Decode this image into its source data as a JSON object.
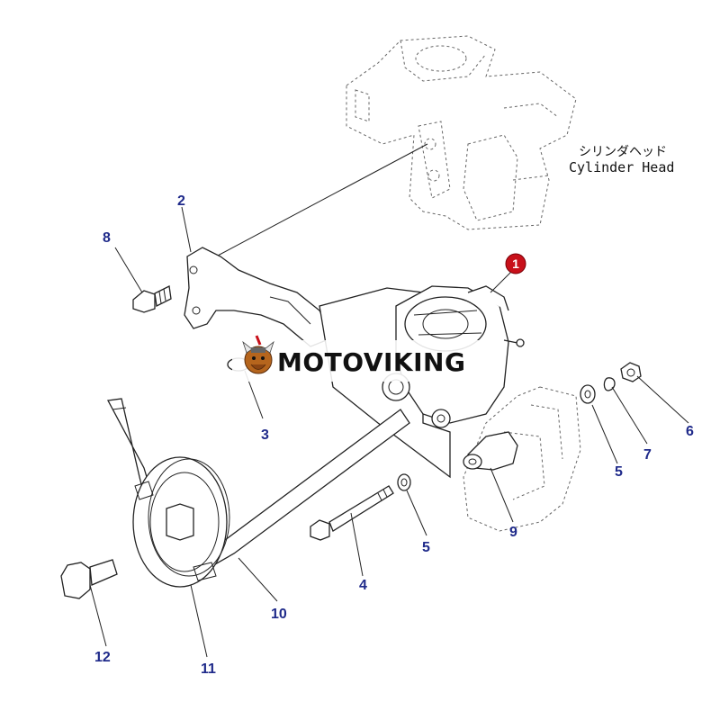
{
  "header": {
    "cylinder_head_jp": "シリンダヘッド",
    "cylinder_head_en": "Cylinder Head"
  },
  "watermark": {
    "brand": "MOTOVIKING"
  },
  "callout": {
    "main_part_number": "1",
    "color": "#c8101a"
  },
  "part_labels": {
    "p2": "2",
    "p3": "3",
    "p4": "4",
    "p5a": "5",
    "p5b": "5",
    "p6": "6",
    "p7": "7",
    "p8": "8",
    "p9": "9",
    "p10": "10",
    "p11": "11",
    "p12": "12"
  },
  "colors": {
    "label": "#1f2a8a",
    "line": "#222222"
  }
}
